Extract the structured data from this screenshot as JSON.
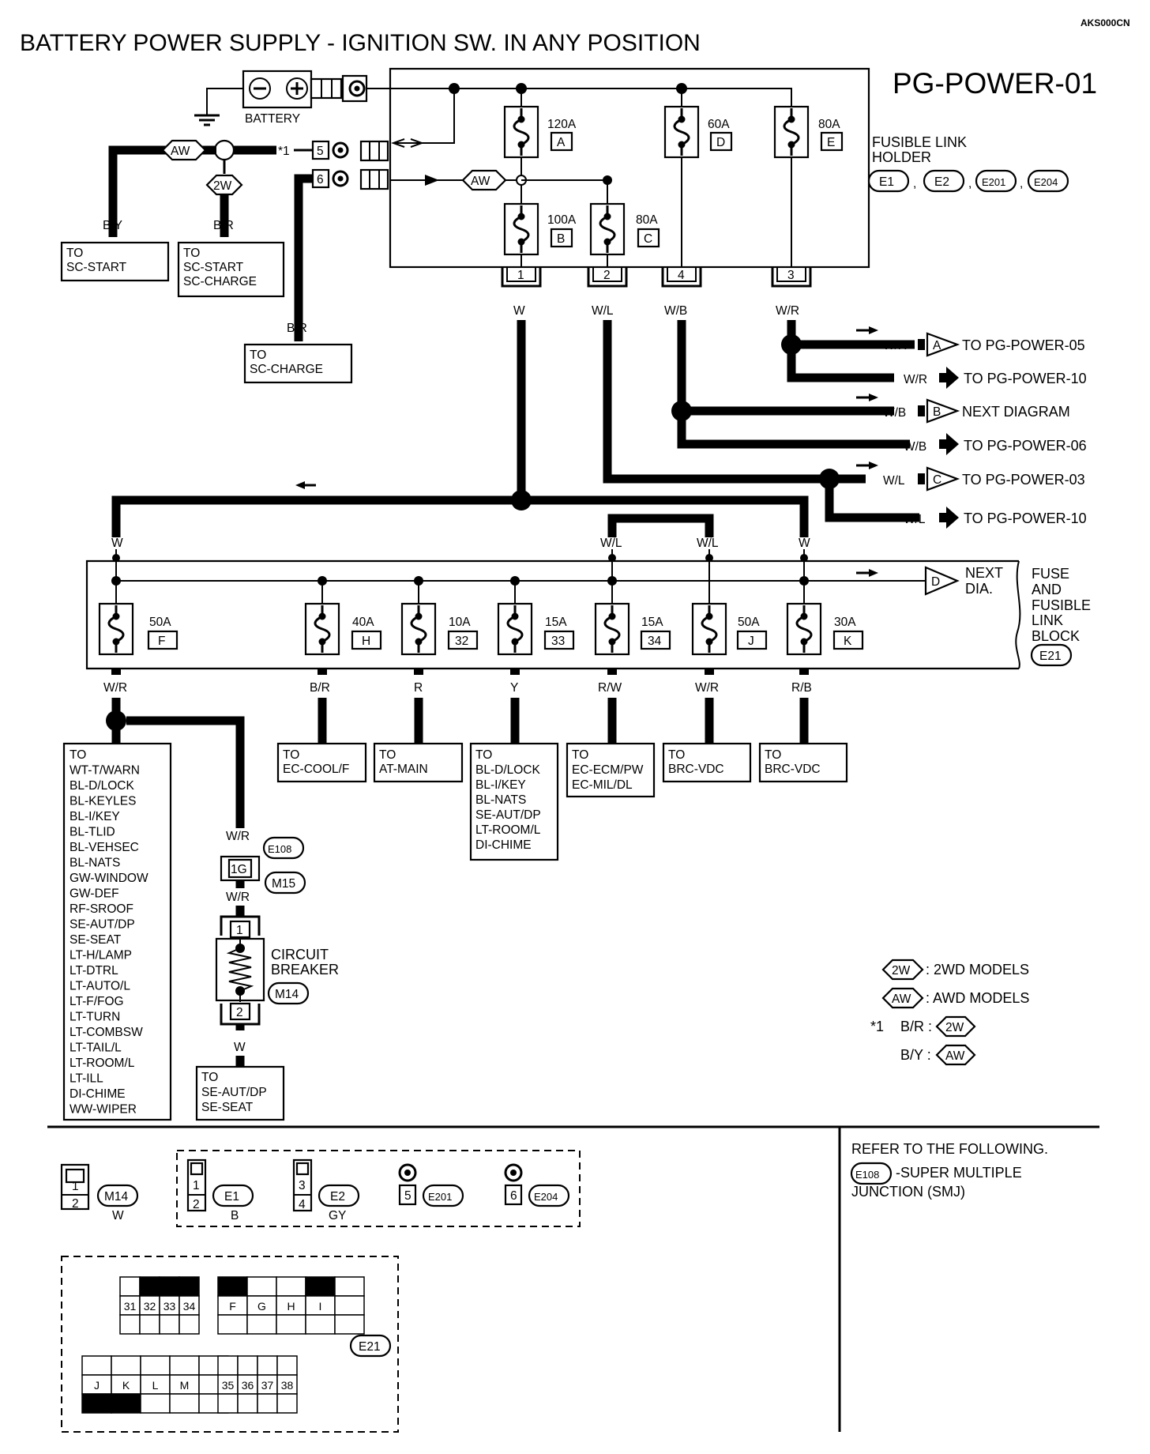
{
  "header": {
    "code": "AKS000CN",
    "title": "BATTERY POWER SUPPLY - IGNITION SW. IN ANY POSITION",
    "diagram_id": "PG-POWER-01"
  },
  "battery": {
    "label": "BATTERY",
    "minus": "⊖",
    "plus": "⊕"
  },
  "fusible_link_holder": {
    "label1": "FUSIBLE LINK",
    "label2": "HOLDER",
    "connectors": [
      "E1",
      "E2",
      "E201",
      "E204"
    ],
    "links": [
      {
        "rating": "120A",
        "id": "A"
      },
      {
        "rating": "100A",
        "id": "B"
      },
      {
        "rating": "80A",
        "id": "C"
      },
      {
        "rating": "60A",
        "id": "D"
      },
      {
        "rating": "80A",
        "id": "E"
      }
    ],
    "terminals": [
      "1",
      "2",
      "4",
      "3"
    ],
    "terminal_wires": [
      "W",
      "W/L",
      "W/B",
      "W/R"
    ],
    "battery_terminals": [
      "5",
      "6"
    ]
  },
  "top_left": {
    "aw": "AW",
    "two_w": "2W",
    "star1": "*1",
    "wire_by": "B/Y",
    "wire_br": "B/R",
    "wire_br2": "B/R",
    "dest_sc_start": [
      "TO",
      "SC-START"
    ],
    "dest_sc_start_charge": [
      "TO",
      "SC-START",
      "SC-CHARGE"
    ],
    "dest_sc_charge": [
      "TO",
      "SC-CHARGE"
    ]
  },
  "right_outputs": [
    {
      "wire": "W/R",
      "connector": "A",
      "dest": "TO PG-POWER-05"
    },
    {
      "wire": "W/R",
      "connector": "",
      "dest": "TO PG-POWER-10"
    },
    {
      "wire": "W/B",
      "connector": "B",
      "dest": "NEXT DIAGRAM"
    },
    {
      "wire": "W/B",
      "connector": "",
      "dest": "TO PG-POWER-06"
    },
    {
      "wire": "W/L",
      "connector": "C",
      "dest": "TO PG-POWER-03"
    },
    {
      "wire": "W/L",
      "connector": "",
      "dest": "TO PG-POWER-10"
    }
  ],
  "bus_wires": [
    "W",
    "W/L",
    "W/L",
    "W"
  ],
  "fuse_block": {
    "label": [
      "FUSE",
      "AND",
      "FUSIBLE",
      "LINK",
      "BLOCK"
    ],
    "connector": "E21",
    "next": {
      "connector": "D",
      "label1": "NEXT",
      "label2": "DIA."
    },
    "fuses": [
      {
        "rating": "50A",
        "id": "F",
        "wire": "W/R"
      },
      {
        "rating": "40A",
        "id": "H",
        "wire": "B/R"
      },
      {
        "rating": "10A",
        "id": "32",
        "wire": "R"
      },
      {
        "rating": "15A",
        "id": "33",
        "wire": "Y"
      },
      {
        "rating": "15A",
        "id": "34",
        "wire": "R/W"
      },
      {
        "rating": "50A",
        "id": "J",
        "wire": "W/R"
      },
      {
        "rating": "30A",
        "id": "K",
        "wire": "R/B"
      }
    ]
  },
  "destinations": {
    "f_list": [
      "TO",
      "WT-T/WARN",
      "BL-D/LOCK",
      "BL-KEYLES",
      "BL-I/KEY",
      "BL-TLID",
      "BL-VEHSEC",
      "BL-NATS",
      "GW-WINDOW",
      "GW-DEF",
      "RF-SROOF",
      "SE-AUT/DP",
      "SE-SEAT",
      "LT-H/LAMP",
      "LT-DTRL",
      "LT-AUTO/L",
      "LT-F/FOG",
      "LT-TURN",
      "LT-COMBSW",
      "LT-TAIL/L",
      "LT-ROOM/L",
      "LT-ILL",
      "DI-CHIME",
      "WW-WIPER"
    ],
    "h": [
      "TO",
      "EC-COOL/F"
    ],
    "f32": [
      "TO",
      "AT-MAIN"
    ],
    "f33": [
      "TO",
      "BL-D/LOCK",
      "BL-I/KEY",
      "BL-NATS",
      "SE-AUT/DP",
      "LT-ROOM/L",
      "DI-CHIME"
    ],
    "f34": [
      "TO",
      "EC-ECM/PW",
      "EC-MIL/DL"
    ],
    "j": [
      "TO",
      "BRC-VDC"
    ],
    "k": [
      "TO",
      "BRC-VDC"
    ]
  },
  "circuit_breaker": {
    "wire_in": "W/R",
    "e108": "E108",
    "junction": "1G",
    "m15": "M15",
    "wire_mid": "W/R",
    "pin1": "1",
    "pin2": "2",
    "label1": "CIRCUIT",
    "label2": "BREAKER",
    "m14": "M14",
    "wire_out": "W",
    "dest": [
      "TO",
      "SE-AUT/DP",
      "SE-SEAT"
    ]
  },
  "legend": {
    "two_w": "2W",
    "two_w_text": ": 2WD MODELS",
    "aw": "AW",
    "aw_text": ": AWD MODELS",
    "star": "*1",
    "star_br": "B/R :",
    "star_br_tag": "2W",
    "star_by": "B/Y :",
    "star_by_tag": "AW"
  },
  "connector_views": {
    "m14": {
      "pins": [
        "1",
        "2"
      ],
      "id": "M14",
      "color": "W"
    },
    "e1": {
      "pins": [
        "1",
        "2"
      ],
      "id": "E1",
      "color": "B"
    },
    "e2": {
      "pins": [
        "3",
        "4"
      ],
      "id": "E2",
      "color": "GY"
    },
    "e201": {
      "pin": "5",
      "id": "E201"
    },
    "e204": {
      "pin": "6",
      "id": "E204"
    },
    "e21": {
      "id": "E21",
      "block1": [
        "31",
        "32",
        "33",
        "34"
      ],
      "block2": [
        "F",
        "G",
        "H",
        "I"
      ],
      "block3": [
        "J",
        "K",
        "L",
        "M"
      ],
      "block4": [
        "35",
        "36",
        "37",
        "38"
      ]
    }
  },
  "refer": {
    "line1": "REFER TO THE FOLLOWING.",
    "tag": "E108",
    "line2": "-SUPER MULTIPLE",
    "line3": "JUNCTION (SMJ)"
  }
}
